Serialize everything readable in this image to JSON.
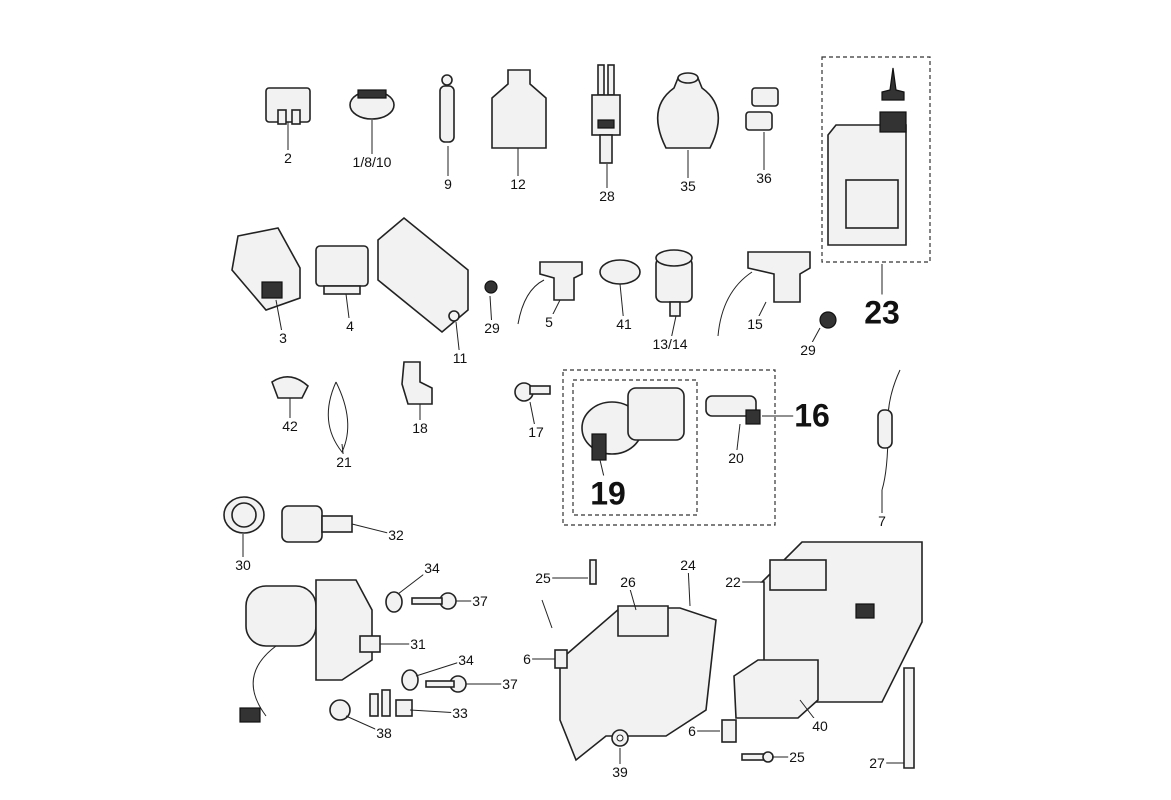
{
  "diagram": {
    "type": "exploded parts diagram - electrical components",
    "callouts": {
      "p2": "2",
      "p1_8_10": "1/8/10",
      "p9": "9",
      "p12": "12",
      "p28": "28",
      "p35": "35",
      "p36": "36",
      "p23": "23",
      "p3": "3",
      "p4": "4",
      "p11": "11",
      "p29a": "29",
      "p5": "5",
      "p41": "41",
      "p13_14": "13/14",
      "p15": "15",
      "p29b": "29",
      "p42": "42",
      "p21": "21",
      "p18": "18",
      "p17": "17",
      "p19": "19",
      "p20": "20",
      "p16": "16",
      "p7": "7",
      "p30": "30",
      "p32": "32",
      "p34a": "34",
      "p37a": "37",
      "p31": "31",
      "p34b": "34",
      "p37b": "37",
      "p33": "33",
      "p38": "38",
      "p25a": "25",
      "p26": "26",
      "p24": "24",
      "p22": "22",
      "p6a": "6",
      "p40": "40",
      "p6b": "6",
      "p25b": "25",
      "p39": "39",
      "p27": "27"
    }
  }
}
